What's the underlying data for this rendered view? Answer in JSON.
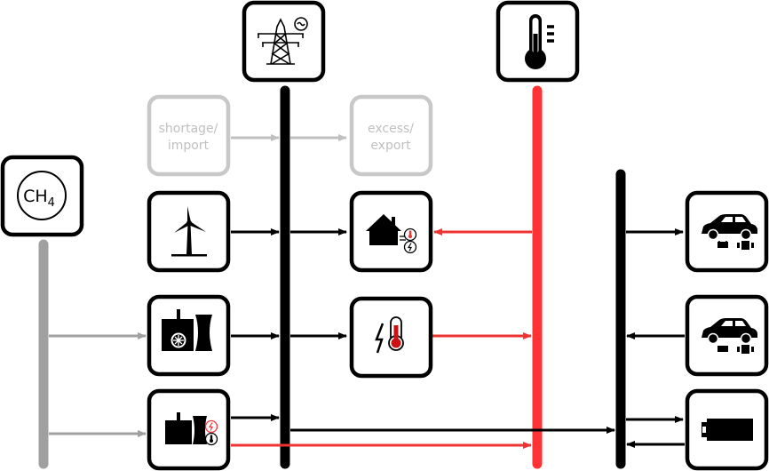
{
  "diagram": {
    "nodes": {
      "grid_icon": "power-grid-icon",
      "heat_icon": "thermometer-icon",
      "gas_label": "CH",
      "gas_subscript": "4",
      "shortage_line1": "shortage/",
      "shortage_line2": "import",
      "excess_line1": "excess/",
      "excess_line2": "export",
      "wind_icon": "wind-turbine-icon",
      "house_icon": "house-demand-icon",
      "gas_plant_icon": "gas-power-plant-icon",
      "power_to_heat_icon": "power-to-heat-icon",
      "chp_icon": "chp-plant-icon",
      "ev_icon": "electric-vehicle-icon",
      "battery_icon": "battery-storage-icon"
    },
    "colors": {
      "electricity_bus": "#000000",
      "heat_bus": "#ff3333",
      "gas_bus": "#a0a0a0",
      "inactive": "#c0c0c0",
      "heat_flow": "#ee3333"
    }
  }
}
